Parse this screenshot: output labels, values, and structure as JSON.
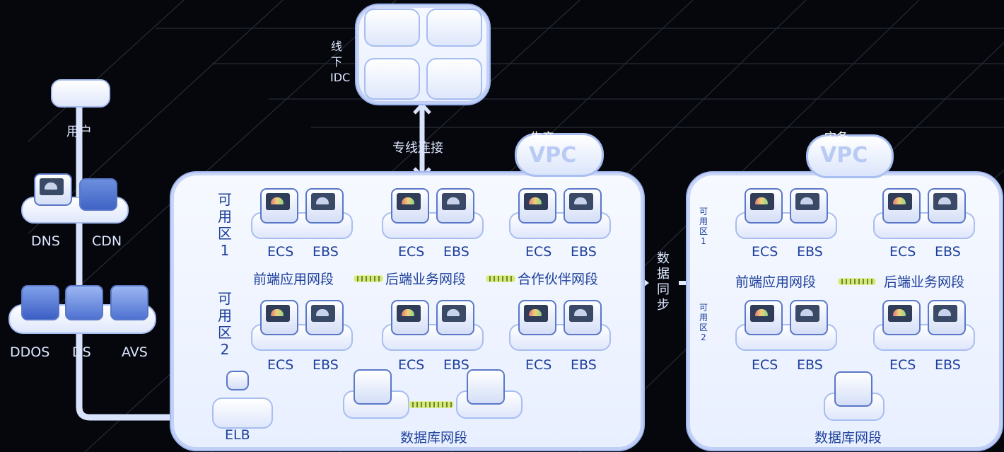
{
  "labels": {
    "idc": "线下IDC",
    "direct_connect": "专线连接",
    "prod_vpc_tag": "生产",
    "dr_vpc_tag": "灾备",
    "vpc": "VPC",
    "user": "用户",
    "dns": "DNS",
    "cdn": "CDN",
    "ddos": "DDOS",
    "ds": "DS",
    "avs": "AVS",
    "elb": "ELB",
    "az1": "可用区1",
    "az2": "可用区2",
    "ecs": "ECS",
    "ebs": "EBS",
    "frontend": "前端应用网段",
    "backend": "后端业务网段",
    "partner": "合作伙伴网段",
    "database": "数据库网段",
    "sync": "数据同步",
    "dr_az1": "可用区1",
    "dr_az2": "可用区2"
  },
  "colors": {
    "background": "#05070d",
    "panel": "#eef3ff",
    "border": "#9fb6f0",
    "text": "#1d3f9a",
    "link": "#d6e87c"
  }
}
